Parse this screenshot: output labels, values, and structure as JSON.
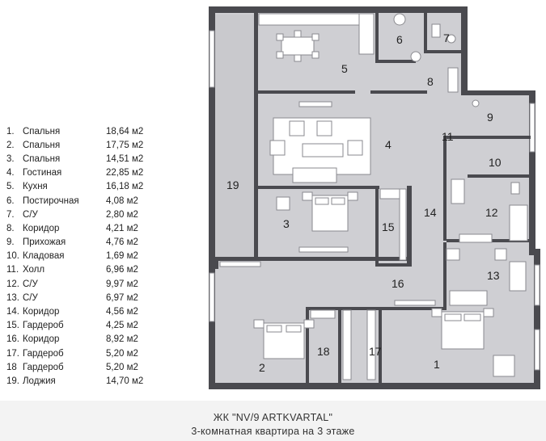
{
  "legend": [
    {
      "num": "1.",
      "name": "Спальня",
      "area": "18,64 м2"
    },
    {
      "num": "2.",
      "name": "Спальня",
      "area": "17,75 м2"
    },
    {
      "num": "3.",
      "name": "Спальня",
      "area": "14,51 м2"
    },
    {
      "num": "4.",
      "name": "Гостиная",
      "area": "22,85 м2"
    },
    {
      "num": "5.",
      "name": "Кухня",
      "area": "16,18 м2"
    },
    {
      "num": "6.",
      "name": "Постирочная",
      "area": "4,08 м2"
    },
    {
      "num": "7.",
      "name": "С/У",
      "area": "2,80 м2"
    },
    {
      "num": "8.",
      "name": "Коридор",
      "area": "4,21 м2"
    },
    {
      "num": "9.",
      "name": "Прихожая",
      "area": "4,76 м2"
    },
    {
      "num": "10.",
      "name": "Кладовая",
      "area": "1,69 м2"
    },
    {
      "num": "11.",
      "name": "Холл",
      "area": "6,96 м2"
    },
    {
      "num": "12.",
      "name": "С/У",
      "area": "9,97 м2"
    },
    {
      "num": "13.",
      "name": "С/У",
      "area": "6,97 м2"
    },
    {
      "num": "14.",
      "name": "Коридор",
      "area": "4,56 м2"
    },
    {
      "num": "15.",
      "name": "Гардероб",
      "area": "4,25 м2"
    },
    {
      "num": "16.",
      "name": "Коридор",
      "area": "8,92 м2"
    },
    {
      "num": "17.",
      "name": "Гардероб",
      "area": "5,20 м2"
    },
    {
      "num": "18",
      "name": "Гардероб",
      "area": "5,20 м2"
    },
    {
      "num": "19.",
      "name": "Лоджия",
      "area": "14,70 м2"
    }
  ],
  "rooms": {
    "r1": "1",
    "r2": "2",
    "r3": "3",
    "r4": "4",
    "r5": "5",
    "r6": "6",
    "r7": "7",
    "r8": "8",
    "r9": "9",
    "r10": "10",
    "r11": "11",
    "r12": "12",
    "r13": "13",
    "r14": "14",
    "r15": "15",
    "r16": "16",
    "r17": "17",
    "r18": "18",
    "r19": "19"
  },
  "footer": {
    "title": "ЖК \"NV/9 ARTKVARTAL\"",
    "subtitle": "3-комнатная квартира на 3 этаже"
  },
  "colors": {
    "wall": "#4a4a4f",
    "floor": "#cfcfd3",
    "furniture": "#ffffff",
    "furniture_stroke": "#8a8a8f"
  }
}
